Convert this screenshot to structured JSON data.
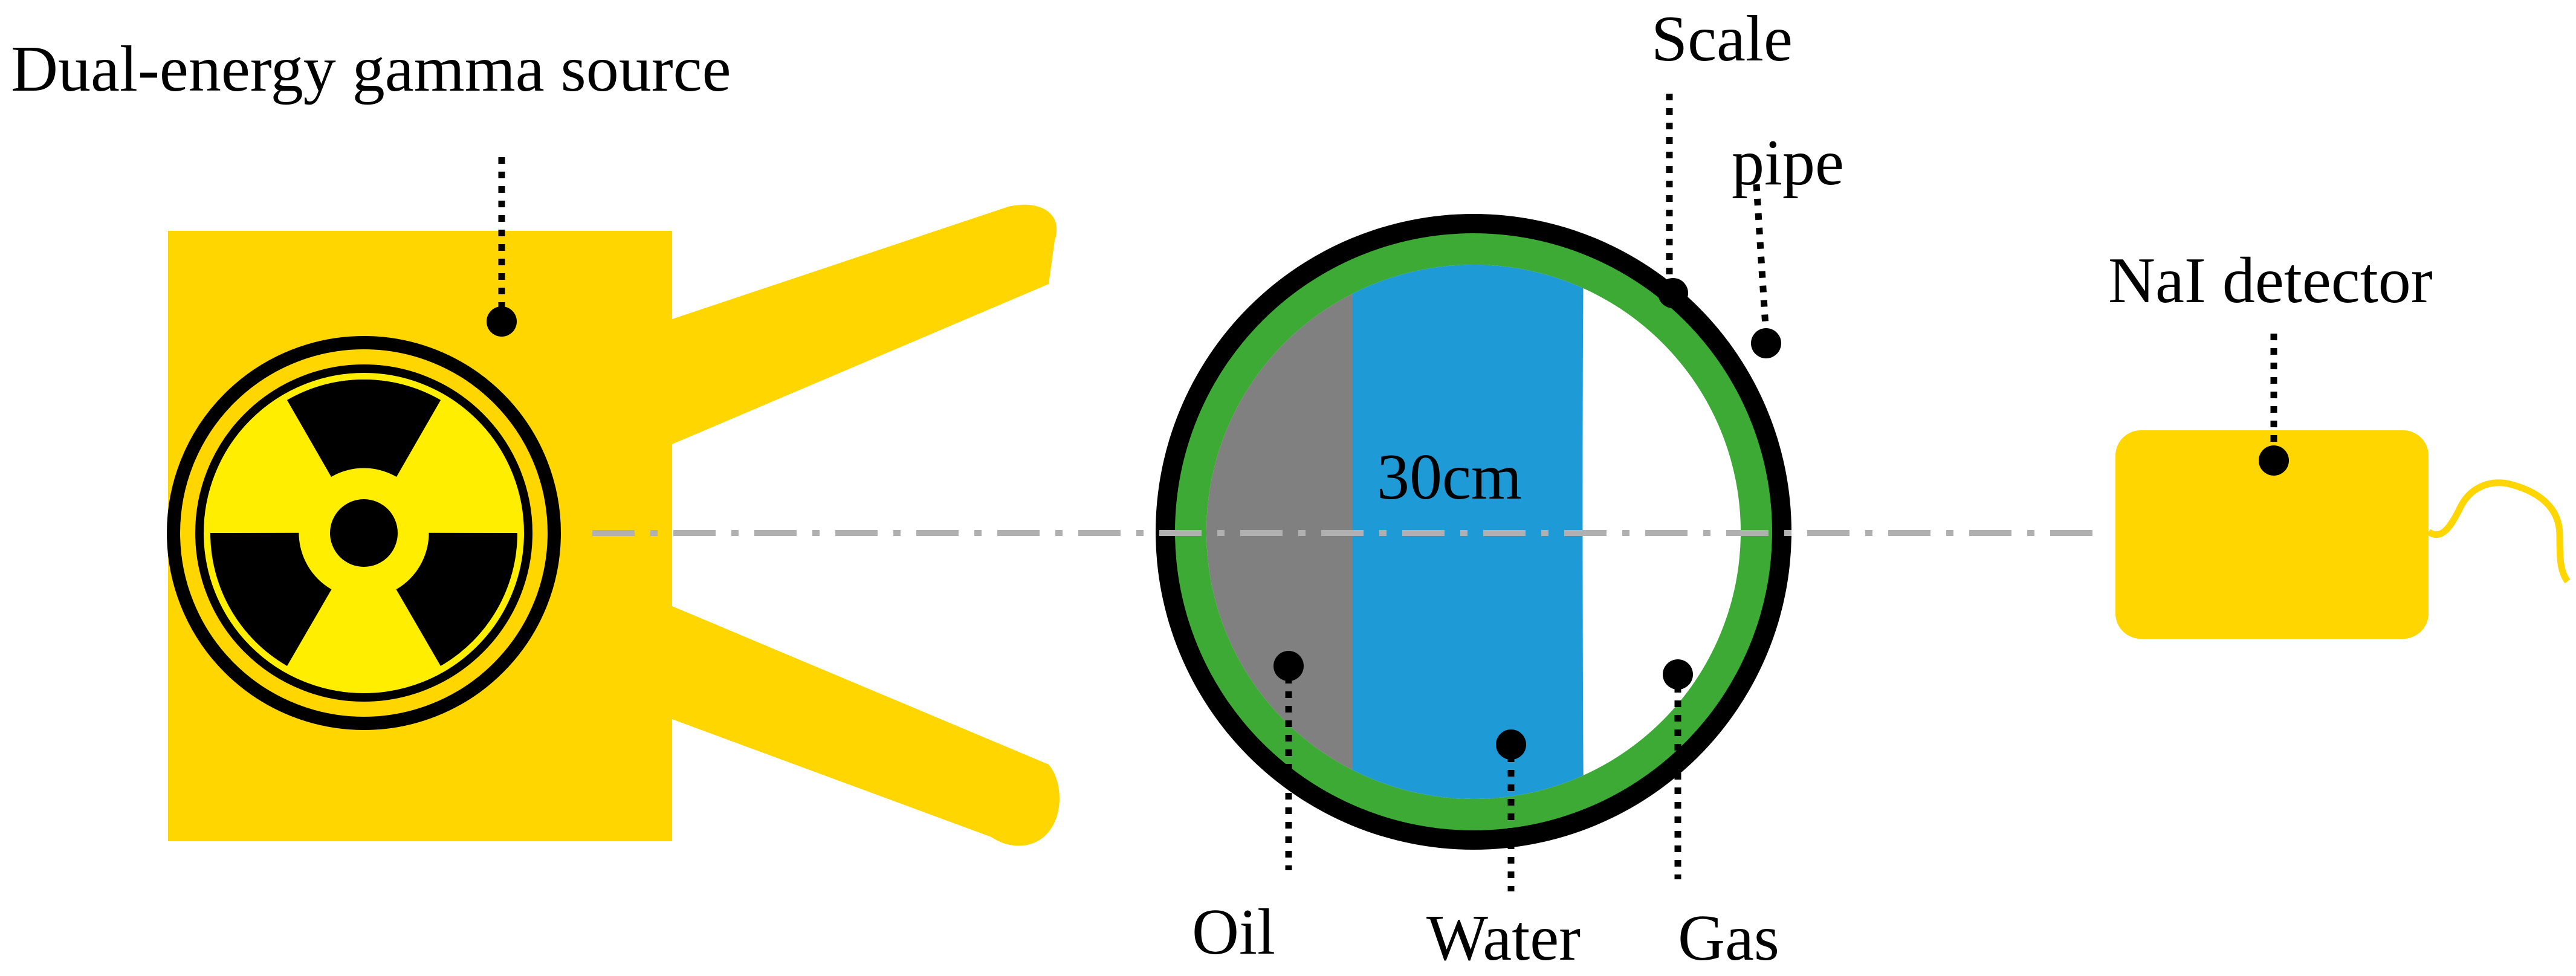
{
  "labels": {
    "source": "Dual-energy gamma source",
    "scale": "Scale",
    "pipe": "pipe",
    "detector": "NaI detector",
    "diameter": "30cm",
    "oil": "Oil",
    "water": "Water",
    "gas": "Gas"
  },
  "colors": {
    "source_housing": "#ffd600",
    "radiation_symbol": "#ffee00",
    "symbol_outline": "#000000",
    "scale_layer": "#3daa35",
    "pipe_wall": "#000000",
    "oil": "#808080",
    "water": "#1e9bd7",
    "gas": "#ffffff",
    "detector": "#ffd600",
    "beam_axis": "#b0b0b0"
  },
  "icons": {
    "source": "radiation-trefoil-icon",
    "detector_cable": "cable-icon"
  }
}
